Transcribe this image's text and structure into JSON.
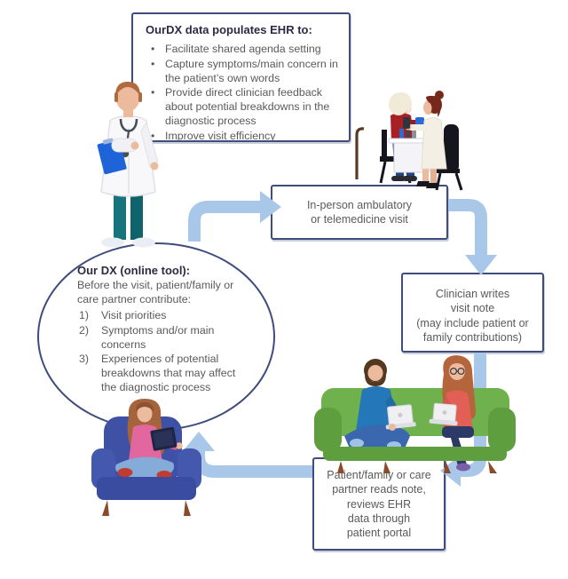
{
  "top_box": {
    "title": "OurDX data populates EHR to:",
    "bullets": [
      "Facilitate shared agenda setting",
      "Capture symptoms/main concern in\nthe patient’s own words",
      "Provide direct clinician feedback\nabout potential breakdowns in the\ndiagnostic process",
      "Improve visit efficiency"
    ]
  },
  "visit_box": {
    "text": "In-person ambulatory\nor telemedicine visit"
  },
  "note_box": {
    "text": "Clinician writes\nvisit note\n(may include patient or\nfamily contributions)"
  },
  "portal_box": {
    "text": "Patient/family or care\npartner reads note,\nreviews EHR\ndata through\npatient portal"
  },
  "circle": {
    "title": "Our DX (online tool):",
    "intro": "Before the visit, patient/family or\ncare partner contribute:",
    "items": [
      {
        "num": "1)",
        "text": "Visit priorities"
      },
      {
        "num": "2)",
        "text": "Symptoms and/or main\nconcerns"
      },
      {
        "num": "3)",
        "text": "Experiences of potential\nbreakdowns that may affect\nthe diagnostic process"
      }
    ]
  },
  "illustrations": {
    "doctor": "standing clinician with stethoscope and blue clipboard",
    "clinic": "clinician taking blood pressure of older patient at desk",
    "couch": "man and woman with laptops on green couch",
    "armchair": "woman with laptop on blue armchair"
  },
  "colors": {
    "border": "#3f4c7d",
    "arrow": "#a9c8e9",
    "title_text": "#2b2b45",
    "body_text": "#5a5a5a",
    "couch_green": "#6fb14c",
    "armchair_blue": "#3f51a5",
    "coat_white": "#f8f8fa",
    "teal_pants": "#16747c"
  }
}
